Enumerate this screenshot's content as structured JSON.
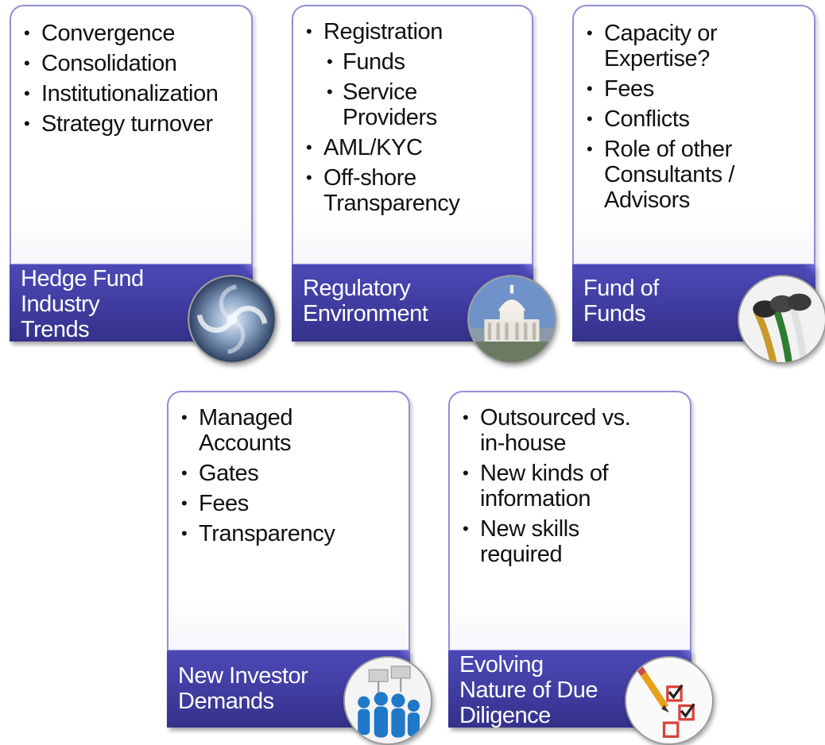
{
  "cards": [
    {
      "label": "Hedge Fund Industry Trends",
      "label_lines": [
        "Hedge Fund",
        "Industry",
        "Trends"
      ],
      "icon": "hurricane-icon",
      "bullets": [
        {
          "text": "Convergence",
          "level": 1
        },
        {
          "text": "Consolidation",
          "level": 1
        },
        {
          "text": "Institutionalization",
          "level": 1
        },
        {
          "text": "Strategy turnover",
          "level": 1
        }
      ]
    },
    {
      "label": "Regulatory Environment",
      "label_lines": [
        "Regulatory",
        "Environment"
      ],
      "icon": "capitol-building-icon",
      "bullets": [
        {
          "text": "Registration",
          "level": 1
        },
        {
          "text": "Funds",
          "level": 2
        },
        {
          "text": "Service Providers",
          "level": 2
        },
        {
          "text": "AML/KYC",
          "level": 1
        },
        {
          "text": "Off-shore Transparency",
          "level": 1
        }
      ]
    },
    {
      "label": "Fund of Funds",
      "label_lines": [
        "Fund of",
        "Funds"
      ],
      "icon": "cables-icon",
      "bullets": [
        {
          "text": "Capacity or Expertise?",
          "level": 1
        },
        {
          "text": "Fees",
          "level": 1
        },
        {
          "text": "Conflicts",
          "level": 1
        },
        {
          "text": "Role of other Consultants / Advisors",
          "level": 1
        }
      ]
    },
    {
      "label": "New Investor Demands",
      "label_lines": [
        "New Investor",
        "Demands"
      ],
      "icon": "protest-crowd-icon",
      "bullets": [
        {
          "text": "Managed Accounts",
          "level": 1
        },
        {
          "text": "Gates",
          "level": 1
        },
        {
          "text": "Fees",
          "level": 1
        },
        {
          "text": "Transparency",
          "level": 1
        }
      ]
    },
    {
      "label": "Evolving Nature of Due Diligence",
      "label_lines": [
        "Evolving",
        "Nature of Due",
        "Diligence"
      ],
      "icon": "checklist-icon",
      "bullets": [
        {
          "text": "Outsourced vs. in-house",
          "level": 1
        },
        {
          "text": "New kinds of information",
          "level": 1
        },
        {
          "text": "New skills required",
          "level": 1
        }
      ]
    }
  ],
  "colors": {
    "label_band": "#4c49b6",
    "card_border": "#8f8fd4",
    "text": "#111111",
    "label_text": "#ffffff"
  }
}
